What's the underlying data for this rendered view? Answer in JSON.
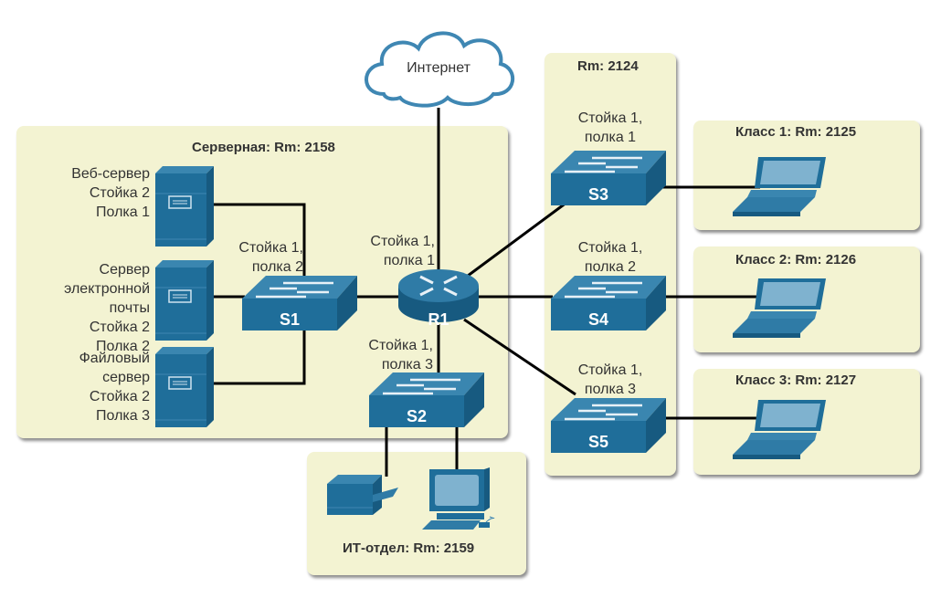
{
  "internet": {
    "label": "Интернет"
  },
  "server_room": {
    "title": "Серверная: Rm: 2158",
    "servers": [
      {
        "name": "web-server",
        "lines": [
          "Веб-сервер",
          "Стойка 2",
          "Полка 1"
        ]
      },
      {
        "name": "mail-server",
        "lines": [
          "Сервер",
          "электронной",
          "почты",
          "Стойка 2",
          "Полка 2"
        ]
      },
      {
        "name": "file-server",
        "lines": [
          "Файловый",
          "сервер",
          "Стойка 2",
          "Полка 3"
        ]
      }
    ],
    "s1": {
      "label": "S1",
      "location": [
        "Стойка 1,",
        "полка 2"
      ]
    },
    "r1": {
      "label": "R1",
      "location": [
        "Стойка 1,",
        "полка 1"
      ]
    },
    "s2": {
      "label": "S2",
      "location": [
        "Стойка 1,",
        "полка 3"
      ]
    }
  },
  "it_dept": {
    "title": "ИТ-отдел: Rm: 2159"
  },
  "room_2124": {
    "title": "Rm: 2124",
    "switches": [
      {
        "label": "S3",
        "location": [
          "Стойка 1,",
          "полка 1"
        ]
      },
      {
        "label": "S4",
        "location": [
          "Стойка 1,",
          "полка 2"
        ]
      },
      {
        "label": "S5",
        "location": [
          "Стойка 1,",
          "полка 3"
        ]
      }
    ]
  },
  "classrooms": [
    {
      "title": "Класс 1: Rm: 2125"
    },
    {
      "title": "Класс 2: Rm: 2126"
    },
    {
      "title": "Класс 3: Rm: 2127"
    }
  ],
  "colors": {
    "panel": "#f3f3d2",
    "device": "#1f6e9a",
    "device_dark": "#175a80",
    "link": "#000000"
  }
}
